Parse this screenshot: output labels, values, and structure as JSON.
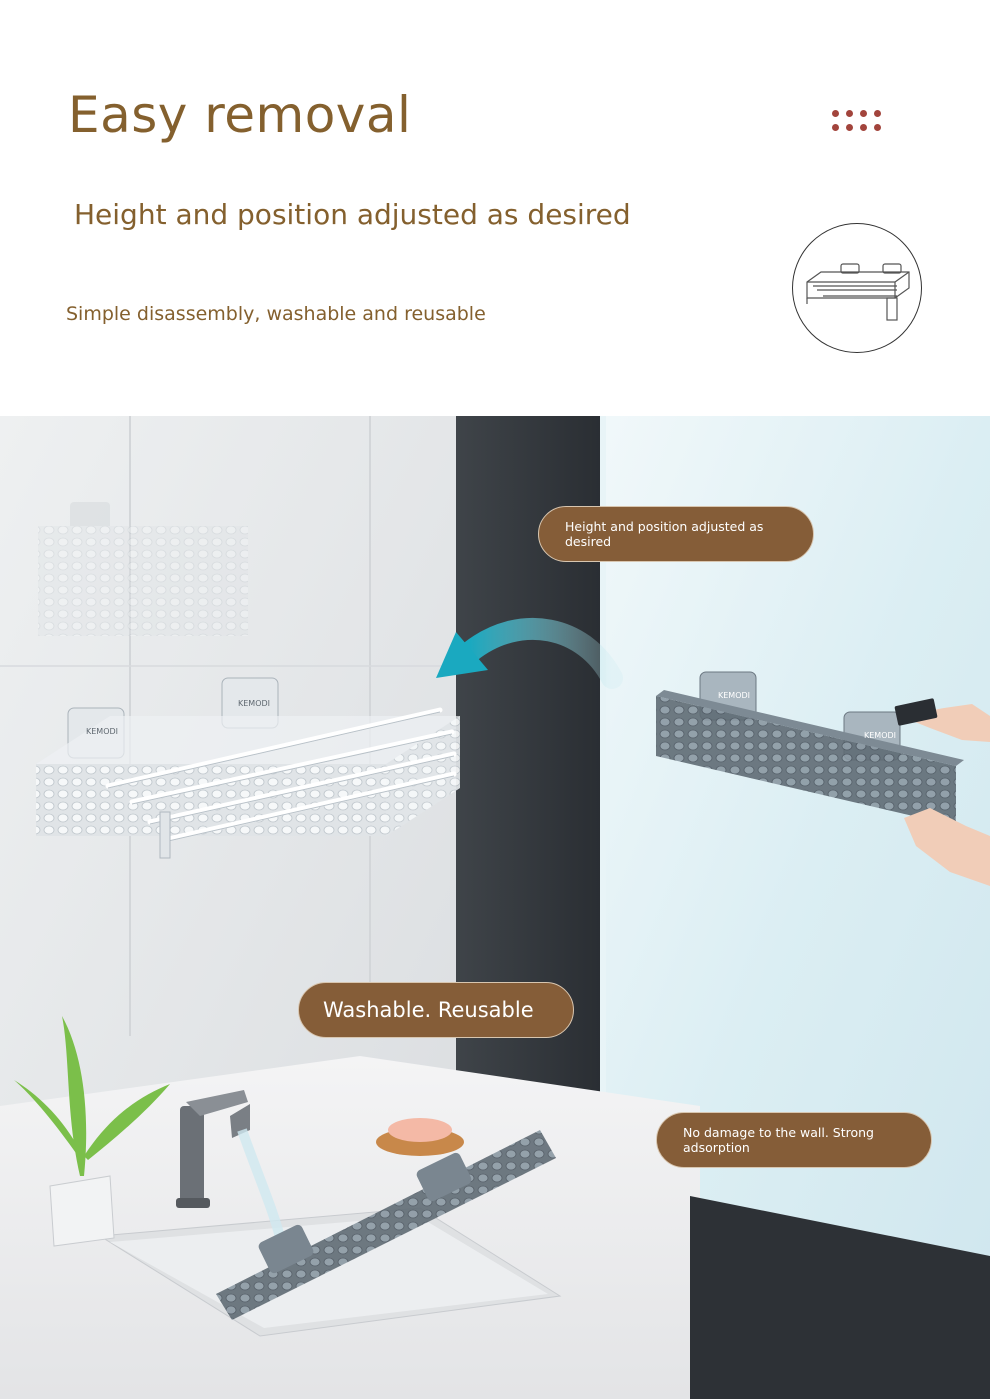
{
  "header": {
    "title": "Easy removal",
    "subtitle": "Height and position adjusted as desired",
    "description": "Simple disassembly, washable and reusable"
  },
  "callouts": {
    "adjust": "Height and position adjusted as desired",
    "washable": "Washable. Reusable",
    "no_damage": "No damage to the wall. Strong adsorption"
  },
  "brand_mark": "KEMODI",
  "colors": {
    "accent_brown": "#84602e",
    "callout_bg": "#855d38",
    "dot_red": "#a2443c",
    "arrow_teal": "#2bb5c8"
  }
}
